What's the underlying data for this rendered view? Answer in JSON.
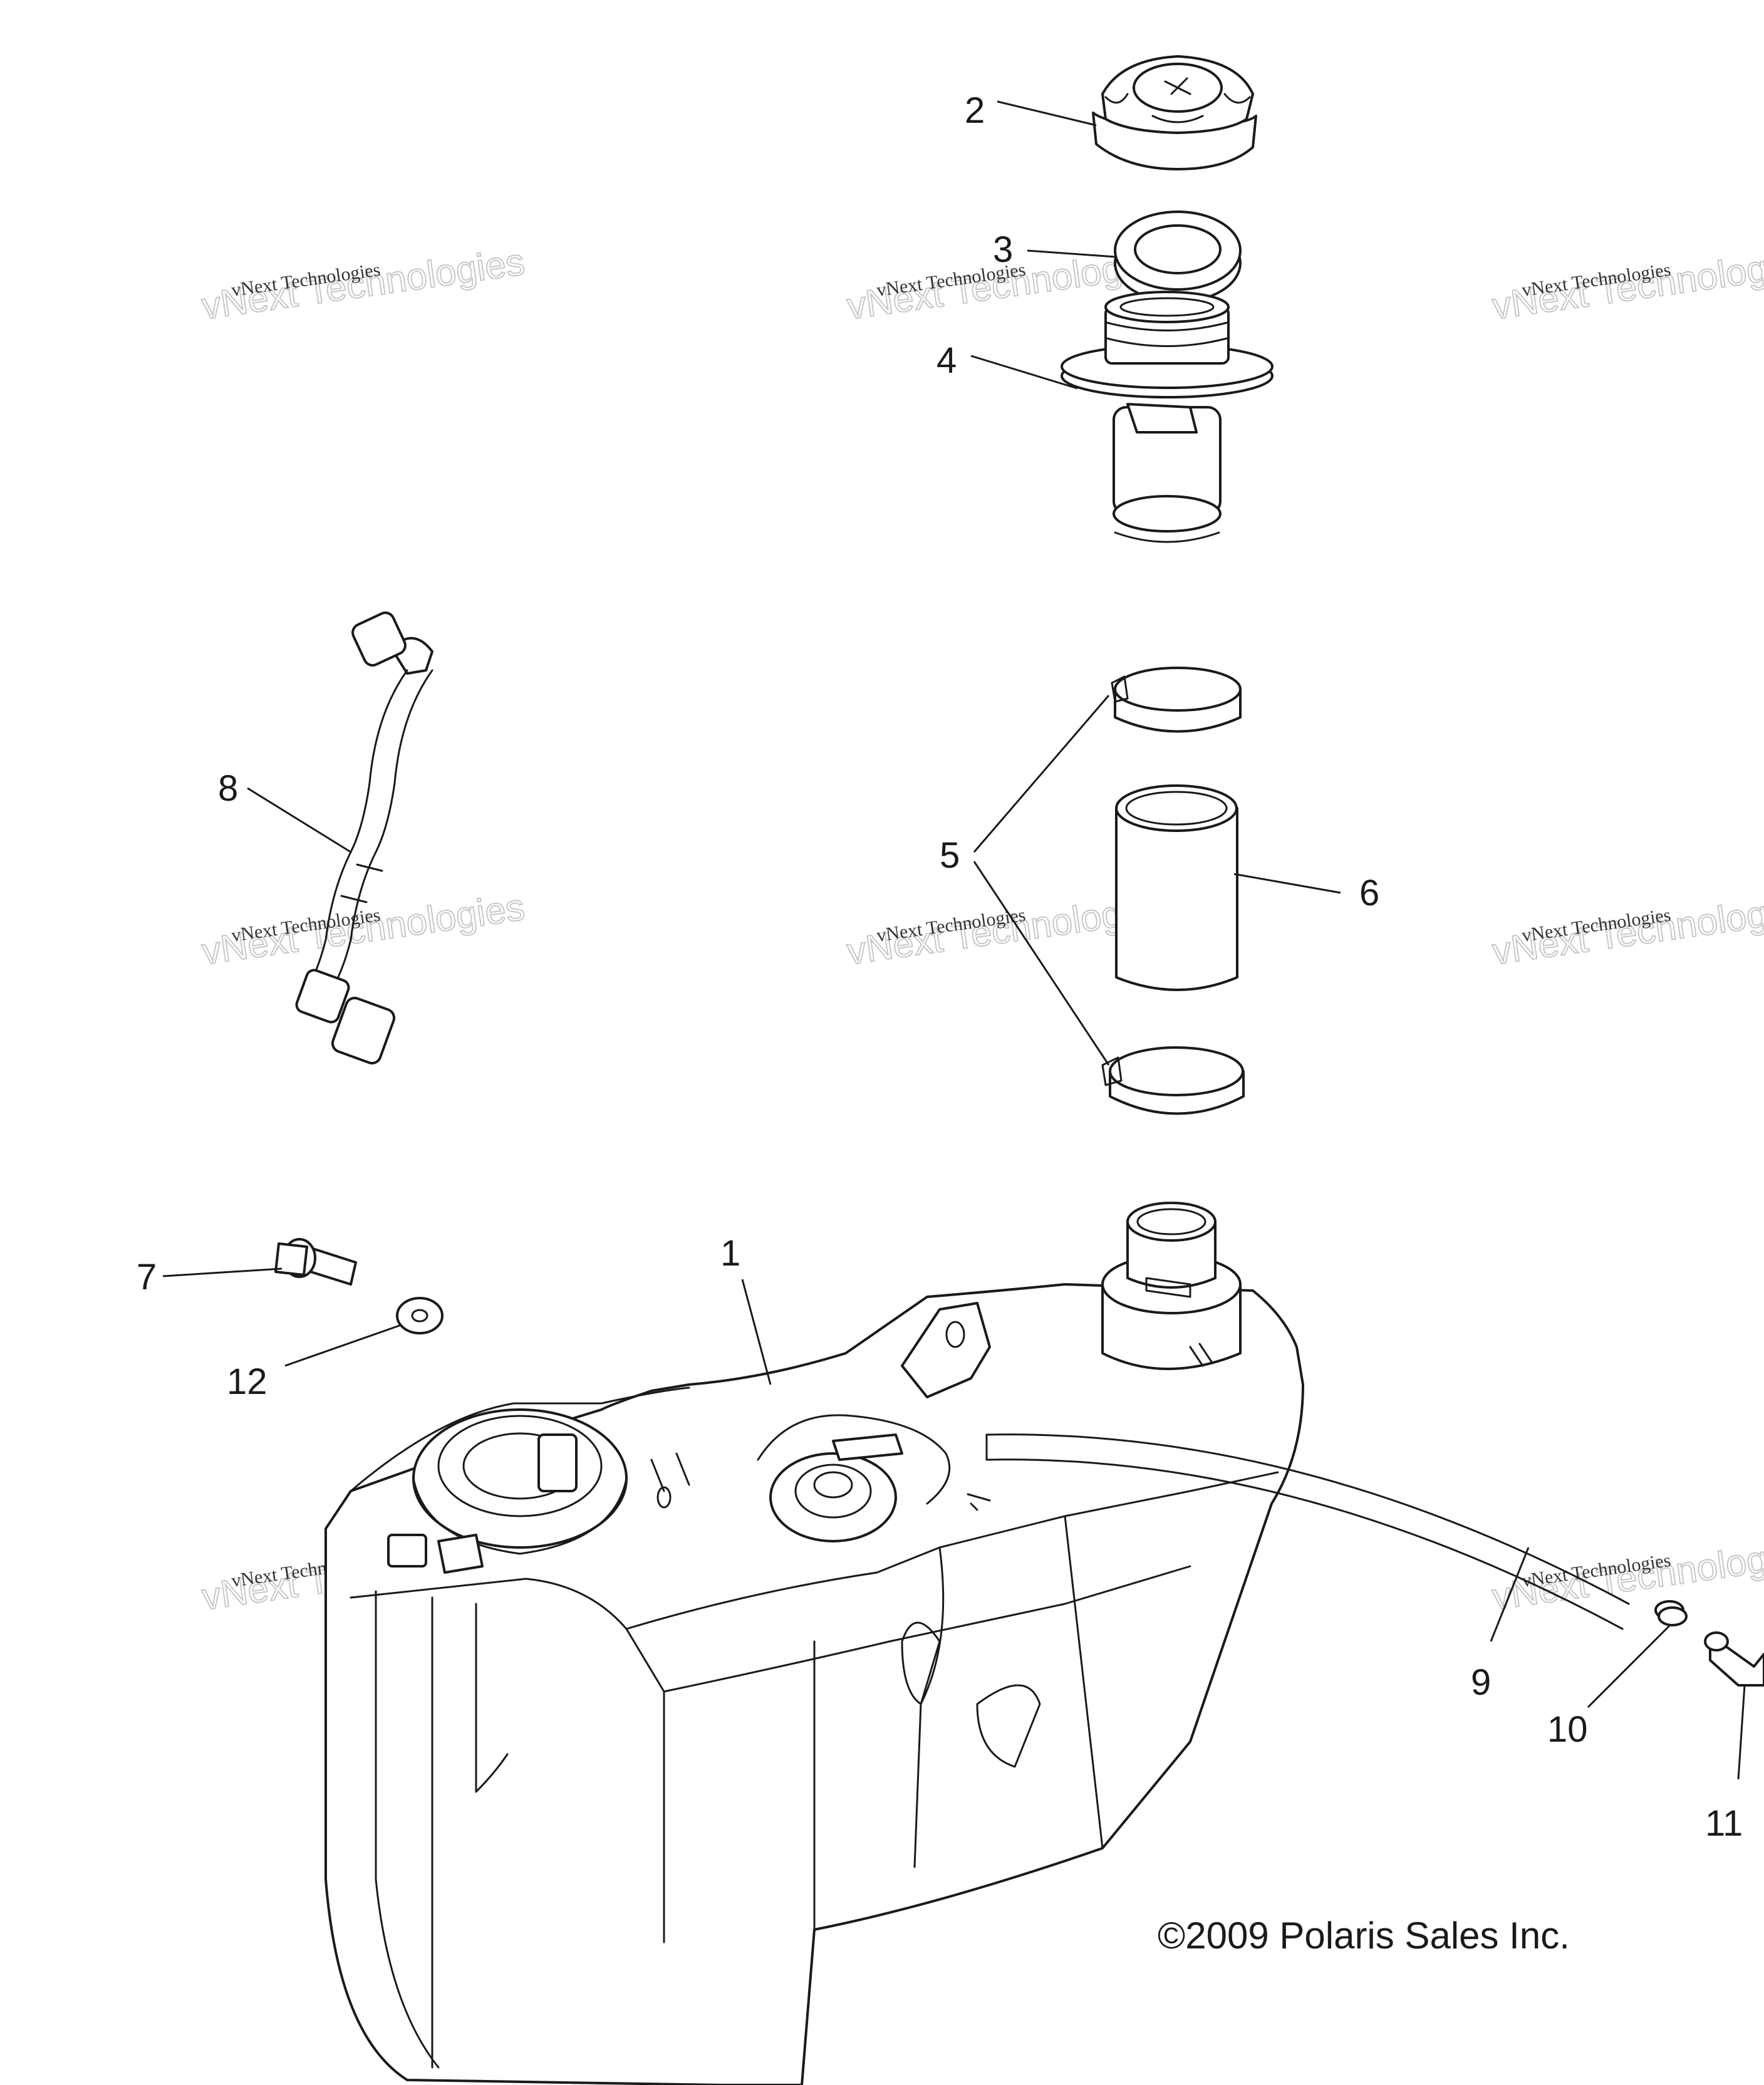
{
  "diagram": {
    "callouts": [
      "1",
      "2",
      "3",
      "4",
      "5",
      "6",
      "7",
      "8",
      "9",
      "10",
      "11",
      "12"
    ],
    "copyright": "©2009 Polaris Sales Inc.",
    "watermark": {
      "line1": "vNext Technologies",
      "line2": "vNext Technologies"
    }
  }
}
